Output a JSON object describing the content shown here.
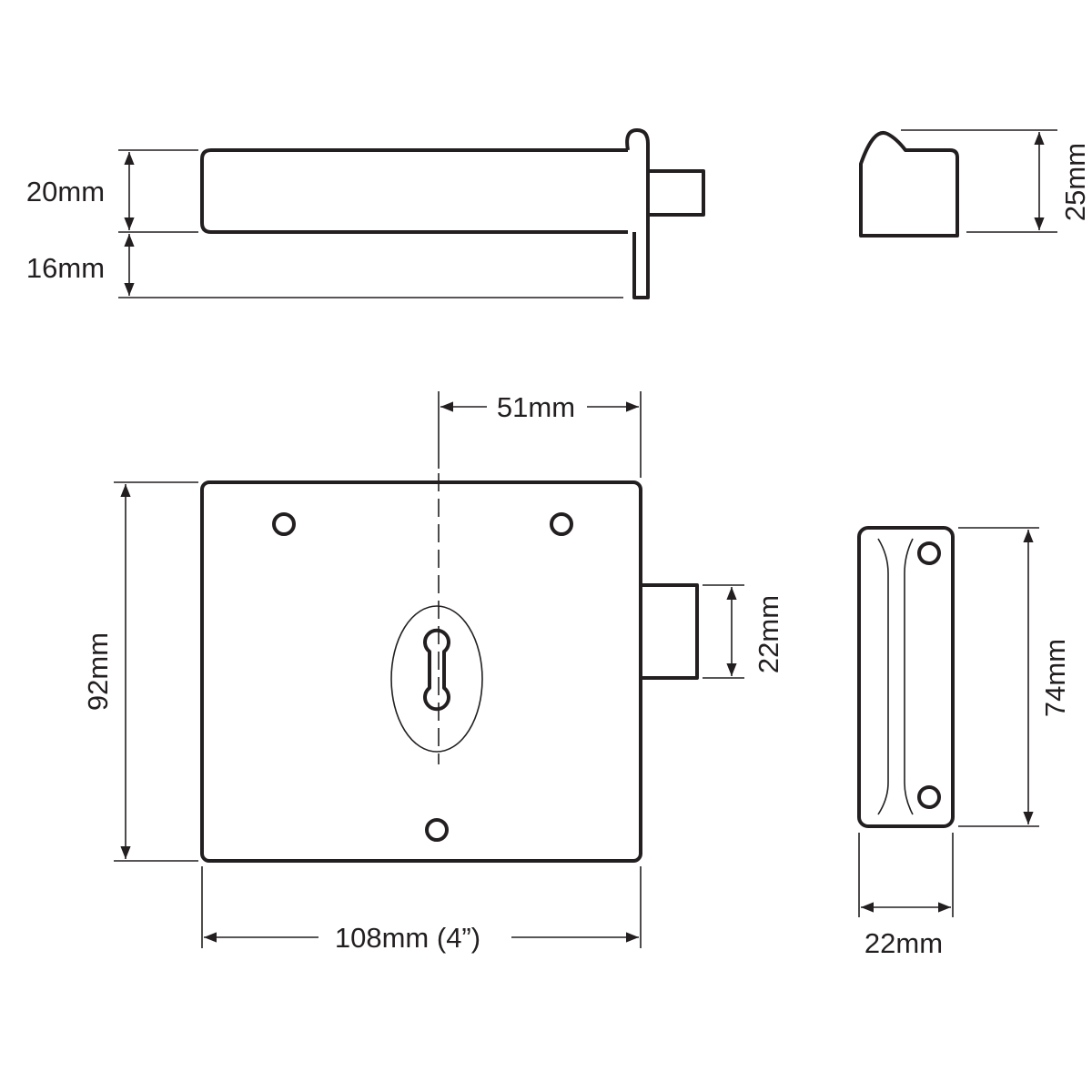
{
  "dimensions": {
    "bolt_height": "20mm",
    "flange_offset": "16mm",
    "keep_side_height": "25mm",
    "centre_to_edge": "51mm",
    "bolt_throw": "22mm",
    "case_height": "92mm",
    "case_width": "108mm (4”)",
    "keep_length": "74mm",
    "keep_width": "22mm"
  },
  "colors": {
    "line": "#231f20",
    "background": "#ffffff"
  }
}
